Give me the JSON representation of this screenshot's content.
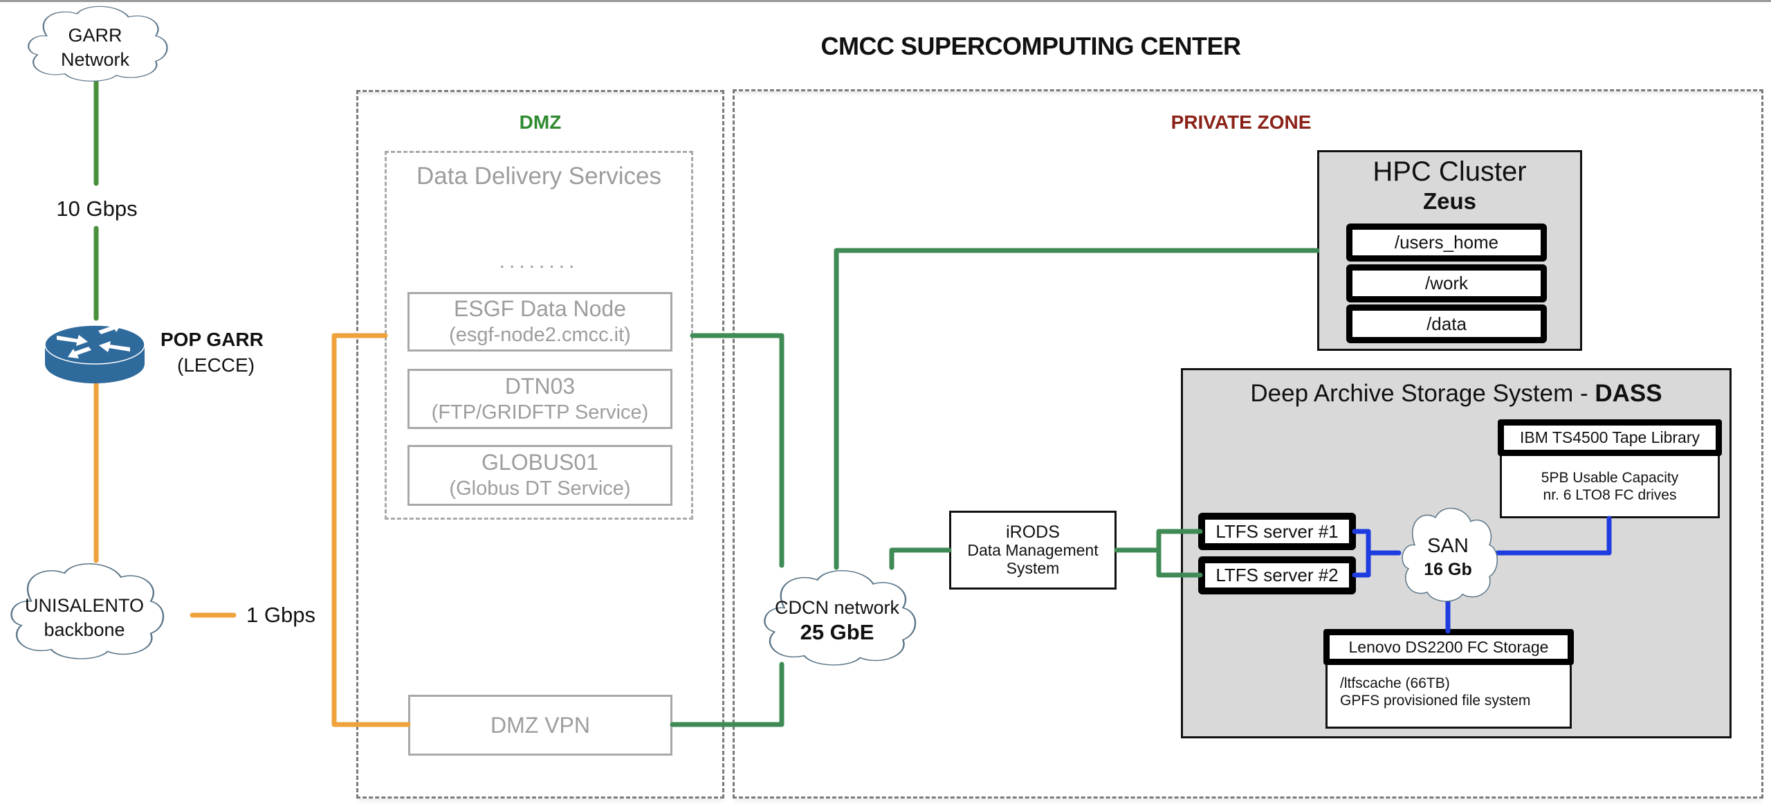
{
  "title": "CMCC SUPERCOMPUTING CENTER",
  "colors": {
    "green_link": "#3f8a55",
    "orange_link": "#eea23c",
    "blue_link": "#1f3ce0",
    "dmz_label": "#2f8a2f",
    "private_label": "#8b2218",
    "router": "#2f6a9c"
  },
  "external": {
    "garr_cloud": {
      "line1": "GARR",
      "line2": "Network"
    },
    "garr_link_speed": "10 Gbps",
    "router": {
      "icon": "router-icon",
      "name": "POP GARR",
      "location": "(LECCE)"
    },
    "unisalento_cloud": {
      "line1": "UNISALENTO",
      "line2": "backbone"
    },
    "unisalento_link_speed": "1 Gbps"
  },
  "dmz": {
    "label": "DMZ",
    "data_delivery": {
      "title": "Data Delivery Services",
      "ellipsis": "........",
      "services": [
        {
          "name": "ESGF Data Node",
          "detail": "(esgf-node2.cmcc.it)"
        },
        {
          "name": "DTN03",
          "detail": "(FTP/GRIDFTP Service)"
        },
        {
          "name": "GLOBUS01",
          "detail": "(Globus DT Service)"
        }
      ]
    },
    "vpn": {
      "name": "DMZ VPN"
    }
  },
  "private_zone": {
    "label": "PRIVATE ZONE",
    "cdcn_cloud": {
      "line1": "CDCN network",
      "line2": "25 GbE"
    },
    "irods": {
      "line1": "iRODS",
      "line2": "Data Management",
      "line3": "System"
    },
    "hpc": {
      "title": "HPC Cluster",
      "subtitle": "Zeus",
      "mounts": [
        "/users_home",
        "/work",
        "/data"
      ]
    },
    "dass": {
      "title_prefix": "Deep Archive Storage System - ",
      "title_bold": "DASS",
      "ltfs_servers": [
        "LTFS server #1",
        "LTFS server #2"
      ],
      "san_cloud": {
        "line1": "SAN",
        "line2": "16 Gb"
      },
      "tape_library": {
        "title": "IBM TS4500 Tape Library",
        "line1": "5PB Usable Capacity",
        "line2": "nr. 6 LTO8 FC drives"
      },
      "fc_storage": {
        "title": "Lenovo DS2200 FC Storage",
        "line1": "/ltfscache (66TB)",
        "line2": "GPFS provisioned file system"
      }
    }
  }
}
